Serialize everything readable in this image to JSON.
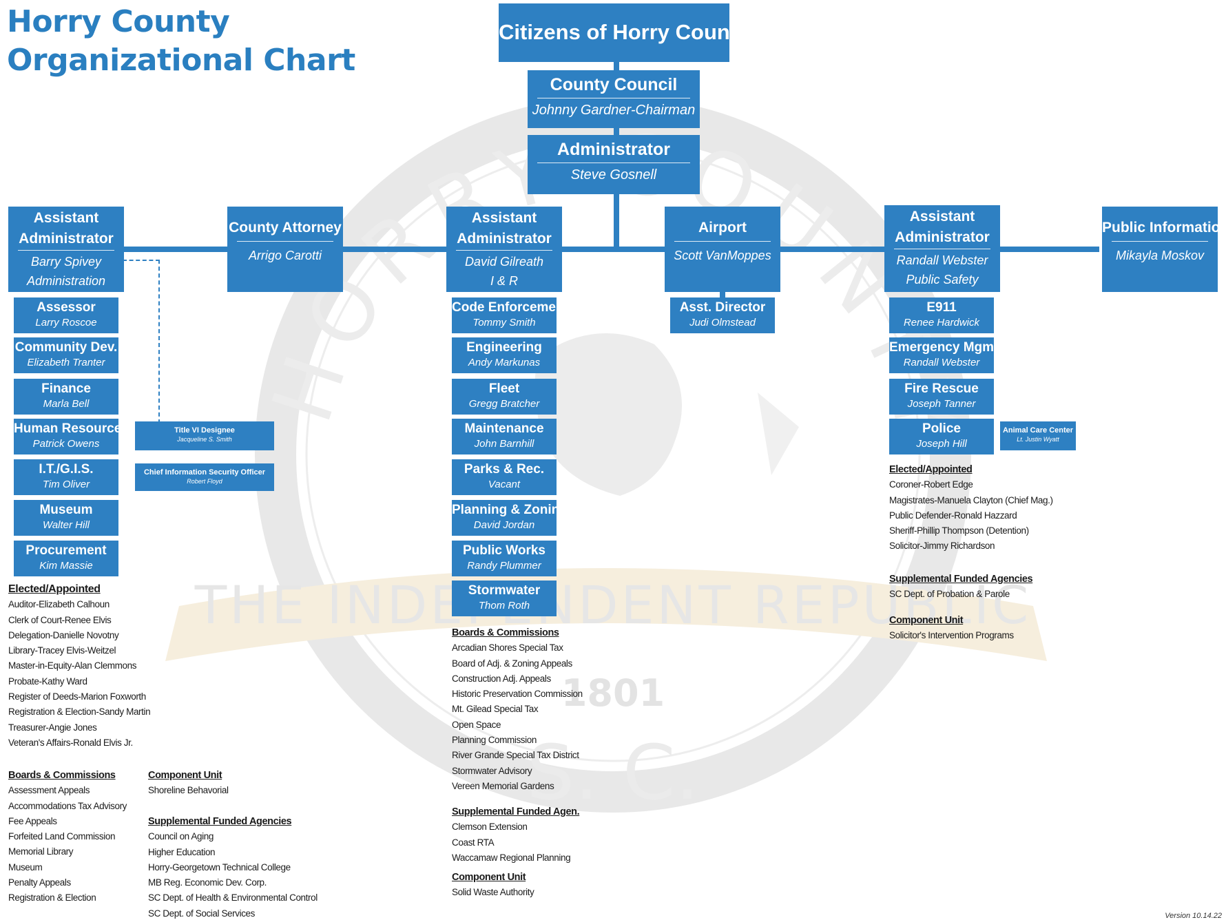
{
  "title": {
    "line1": "Horry County",
    "line2": "Organizational Chart"
  },
  "seal": {
    "ring_text": "HORRY COUNTY",
    "banner_text": "THE INDEPENDENT REPUBLIC",
    "year": "1801",
    "state": "S.C."
  },
  "citizens": {
    "title": "Citizens of Horry County"
  },
  "council": {
    "title": "County Council",
    "name": "Johnny Gardner-Chairman"
  },
  "administrator": {
    "title": "Administrator",
    "name": "Steve Gosnell"
  },
  "branches": {
    "admin_spivey": {
      "title1": "Assistant",
      "title2": "Administrator",
      "name": "Barry Spivey",
      "area": "Administration"
    },
    "attorney": {
      "title": "County Attorney",
      "name": "Arrigo Carotti"
    },
    "admin_gilreath": {
      "title1": "Assistant",
      "title2": "Administrator",
      "name": "David Gilreath",
      "area": "I & R"
    },
    "airport": {
      "title": "Airport",
      "name": "Scott VanMoppes"
    },
    "admin_webster": {
      "title1": "Assistant",
      "title2": "Administrator",
      "name": "Randall Webster",
      "area": "Public Safety"
    },
    "public_info": {
      "title": "Public Information",
      "name": "Mikayla Moskov"
    }
  },
  "admin_depts": [
    {
      "title": "Assessor",
      "name": "Larry Roscoe"
    },
    {
      "title": "Community Dev.",
      "name": "Elizabeth Tranter"
    },
    {
      "title": "Finance",
      "name": "Marla Bell"
    },
    {
      "title": "Human Resources",
      "name": "Patrick Owens"
    },
    {
      "title": "I.T./G.I.S.",
      "name": "Tim Oliver"
    },
    {
      "title": "Museum",
      "name": "Walter Hill"
    },
    {
      "title": "Procurement",
      "name": "Kim Massie"
    }
  ],
  "title_vi": {
    "title": "Title VI Designee",
    "name": "Jacqueline S. Smith"
  },
  "ciso": {
    "title": "Chief Information Security Officer",
    "name": "Robert Floyd"
  },
  "ir_depts": [
    {
      "title": "Code Enforcement",
      "name": "Tommy Smith"
    },
    {
      "title": "Engineering",
      "name": "Andy Markunas"
    },
    {
      "title": "Fleet",
      "name": "Gregg Bratcher"
    },
    {
      "title": "Maintenance",
      "name": "John Barnhill"
    },
    {
      "title": "Parks & Rec.",
      "name": "Vacant"
    },
    {
      "title": "Planning & Zoning",
      "name": "David Jordan"
    },
    {
      "title": "Public Works",
      "name": "Randy Plummer"
    },
    {
      "title": "Stormwater",
      "name": "Thom Roth"
    }
  ],
  "asst_director": {
    "title": "Asst. Director",
    "name": "Judi Olmstead"
  },
  "ps_depts": [
    {
      "title": "E911",
      "name": "Renee Hardwick"
    },
    {
      "title": "Emergency Mgmt.",
      "name": "Randall Webster"
    },
    {
      "title": "Fire Rescue",
      "name": "Joseph Tanner"
    },
    {
      "title": "Police",
      "name": "Joseph Hill"
    }
  ],
  "animal_care": {
    "title": "Animal Care Center",
    "name": "Lt. Justin Wyatt"
  },
  "left_lists": {
    "elected_head": "Elected/Appointed",
    "elected": [
      "Auditor-Elizabeth Calhoun",
      "Clerk of Court-Renee Elvis",
      "Delegation-Danielle Novotny",
      "Library-Tracey Elvis-Weitzel",
      "Master-in-Equity-Alan Clemmons",
      "Probate-Kathy Ward",
      "Register of Deeds-Marion Foxworth",
      "Registration & Election-Sandy Martin",
      "Treasurer-Angie Jones",
      "Veteran's Affairs-Ronald Elvis Jr."
    ],
    "boards_head": "Boards & Commissions",
    "boards": [
      "Assessment Appeals",
      "Accommodations Tax Advisory",
      "Fee Appeals",
      "Forfeited Land Commission",
      "Memorial Library",
      "Museum",
      "Penalty Appeals",
      "Registration & Election"
    ],
    "component_head": "Component Unit",
    "component": [
      "Shoreline Behavorial"
    ],
    "supp_head": "Supplemental Funded Agencies",
    "supp": [
      "Council on Aging",
      "Higher Education",
      "Horry-Georgetown Technical College",
      "MB Reg. Economic Dev. Corp.",
      "SC Dept. of Health & Environmental Control",
      "SC Dept. of Social Services"
    ]
  },
  "middle_lists": {
    "boards_head": "Boards & Commissions",
    "boards": [
      "Arcadian Shores Special Tax",
      "Board of Adj. & Zoning Appeals",
      "Construction Adj. Appeals",
      "Historic Preservation Commission",
      "Mt. Gilead Special Tax",
      "Open Space",
      "Planning Commission",
      "River Grande Special Tax District",
      "Stormwater Advisory",
      "Vereen Memorial Gardens"
    ],
    "supp_head": "Supplemental Funded Agen.",
    "supp": [
      "Clemson Extension",
      "Coast RTA",
      "Waccamaw Regional Planning"
    ],
    "component_head": "Component Unit",
    "component": [
      "Solid Waste Authority"
    ]
  },
  "right_lists": {
    "elected_head": "Elected/Appointed",
    "elected": [
      "Coroner-Robert Edge",
      "Magistrates-Manuela Clayton (Chief Mag.)",
      "Public Defender-Ronald Hazzard",
      "Sheriff-Phillip Thompson (Detention)",
      "Solicitor-Jimmy Richardson"
    ],
    "supp_head": "Supplemental Funded Agencies",
    "supp": [
      "SC Dept. of Probation & Parole"
    ],
    "component_head": "Component Unit",
    "component": [
      "Solicitor's Intervention Programs"
    ]
  },
  "version": "Version 10.14.22",
  "colors": {
    "box": "#2e80c2",
    "title": "#2a7fc0",
    "seal": "#d6d6d6",
    "banner": "#f3ead6"
  }
}
